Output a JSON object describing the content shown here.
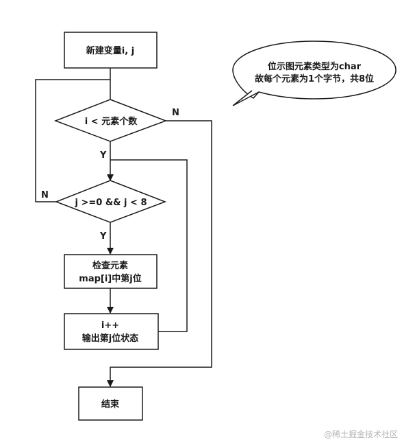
{
  "diagram": {
    "nodes": {
      "declare_vars": {
        "lines": [
          "新建变量i, j"
        ]
      },
      "cond_i": {
        "lines": [
          "i < 元素个数"
        ]
      },
      "cond_j": {
        "lines": [
          "j >=0 && j < 8"
        ]
      },
      "check_bit": {
        "lines": [
          "检查元素",
          "map[i]中第j位"
        ]
      },
      "output_bit": {
        "lines": [
          "i++",
          "输出第j位状态"
        ]
      },
      "end": {
        "lines": [
          "结束"
        ]
      }
    },
    "edge_labels": {
      "cond_i_no": "N",
      "cond_i_yes": "Y",
      "cond_j_no": "N",
      "cond_j_yes": "Y"
    },
    "callout": {
      "lines": [
        "位示图元素类型为char",
        "故每个元素为1个字节，共8位"
      ]
    }
  },
  "watermark": "@稀土掘金技术社区"
}
